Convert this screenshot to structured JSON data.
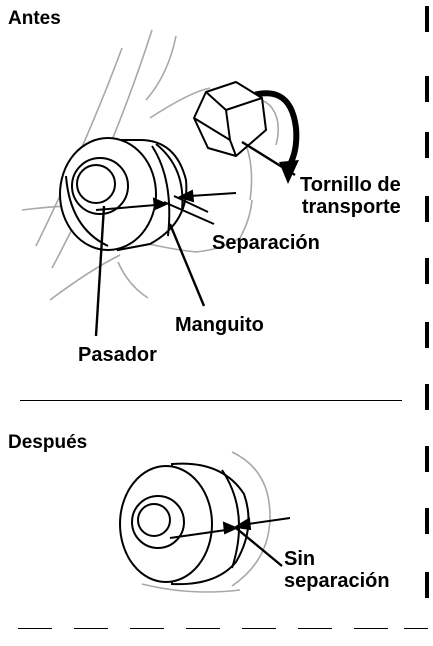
{
  "sections": {
    "before": {
      "heading": "Antes",
      "labels": {
        "bolt_line1": "Tornillo de",
        "bolt_line2": "transporte",
        "gap": "Separación",
        "sleeve": "Manguito",
        "pin": "Pasador"
      }
    },
    "after": {
      "heading": "Después",
      "labels": {
        "no_gap_line1": "Sin",
        "no_gap_line2": "separación"
      }
    }
  }
}
